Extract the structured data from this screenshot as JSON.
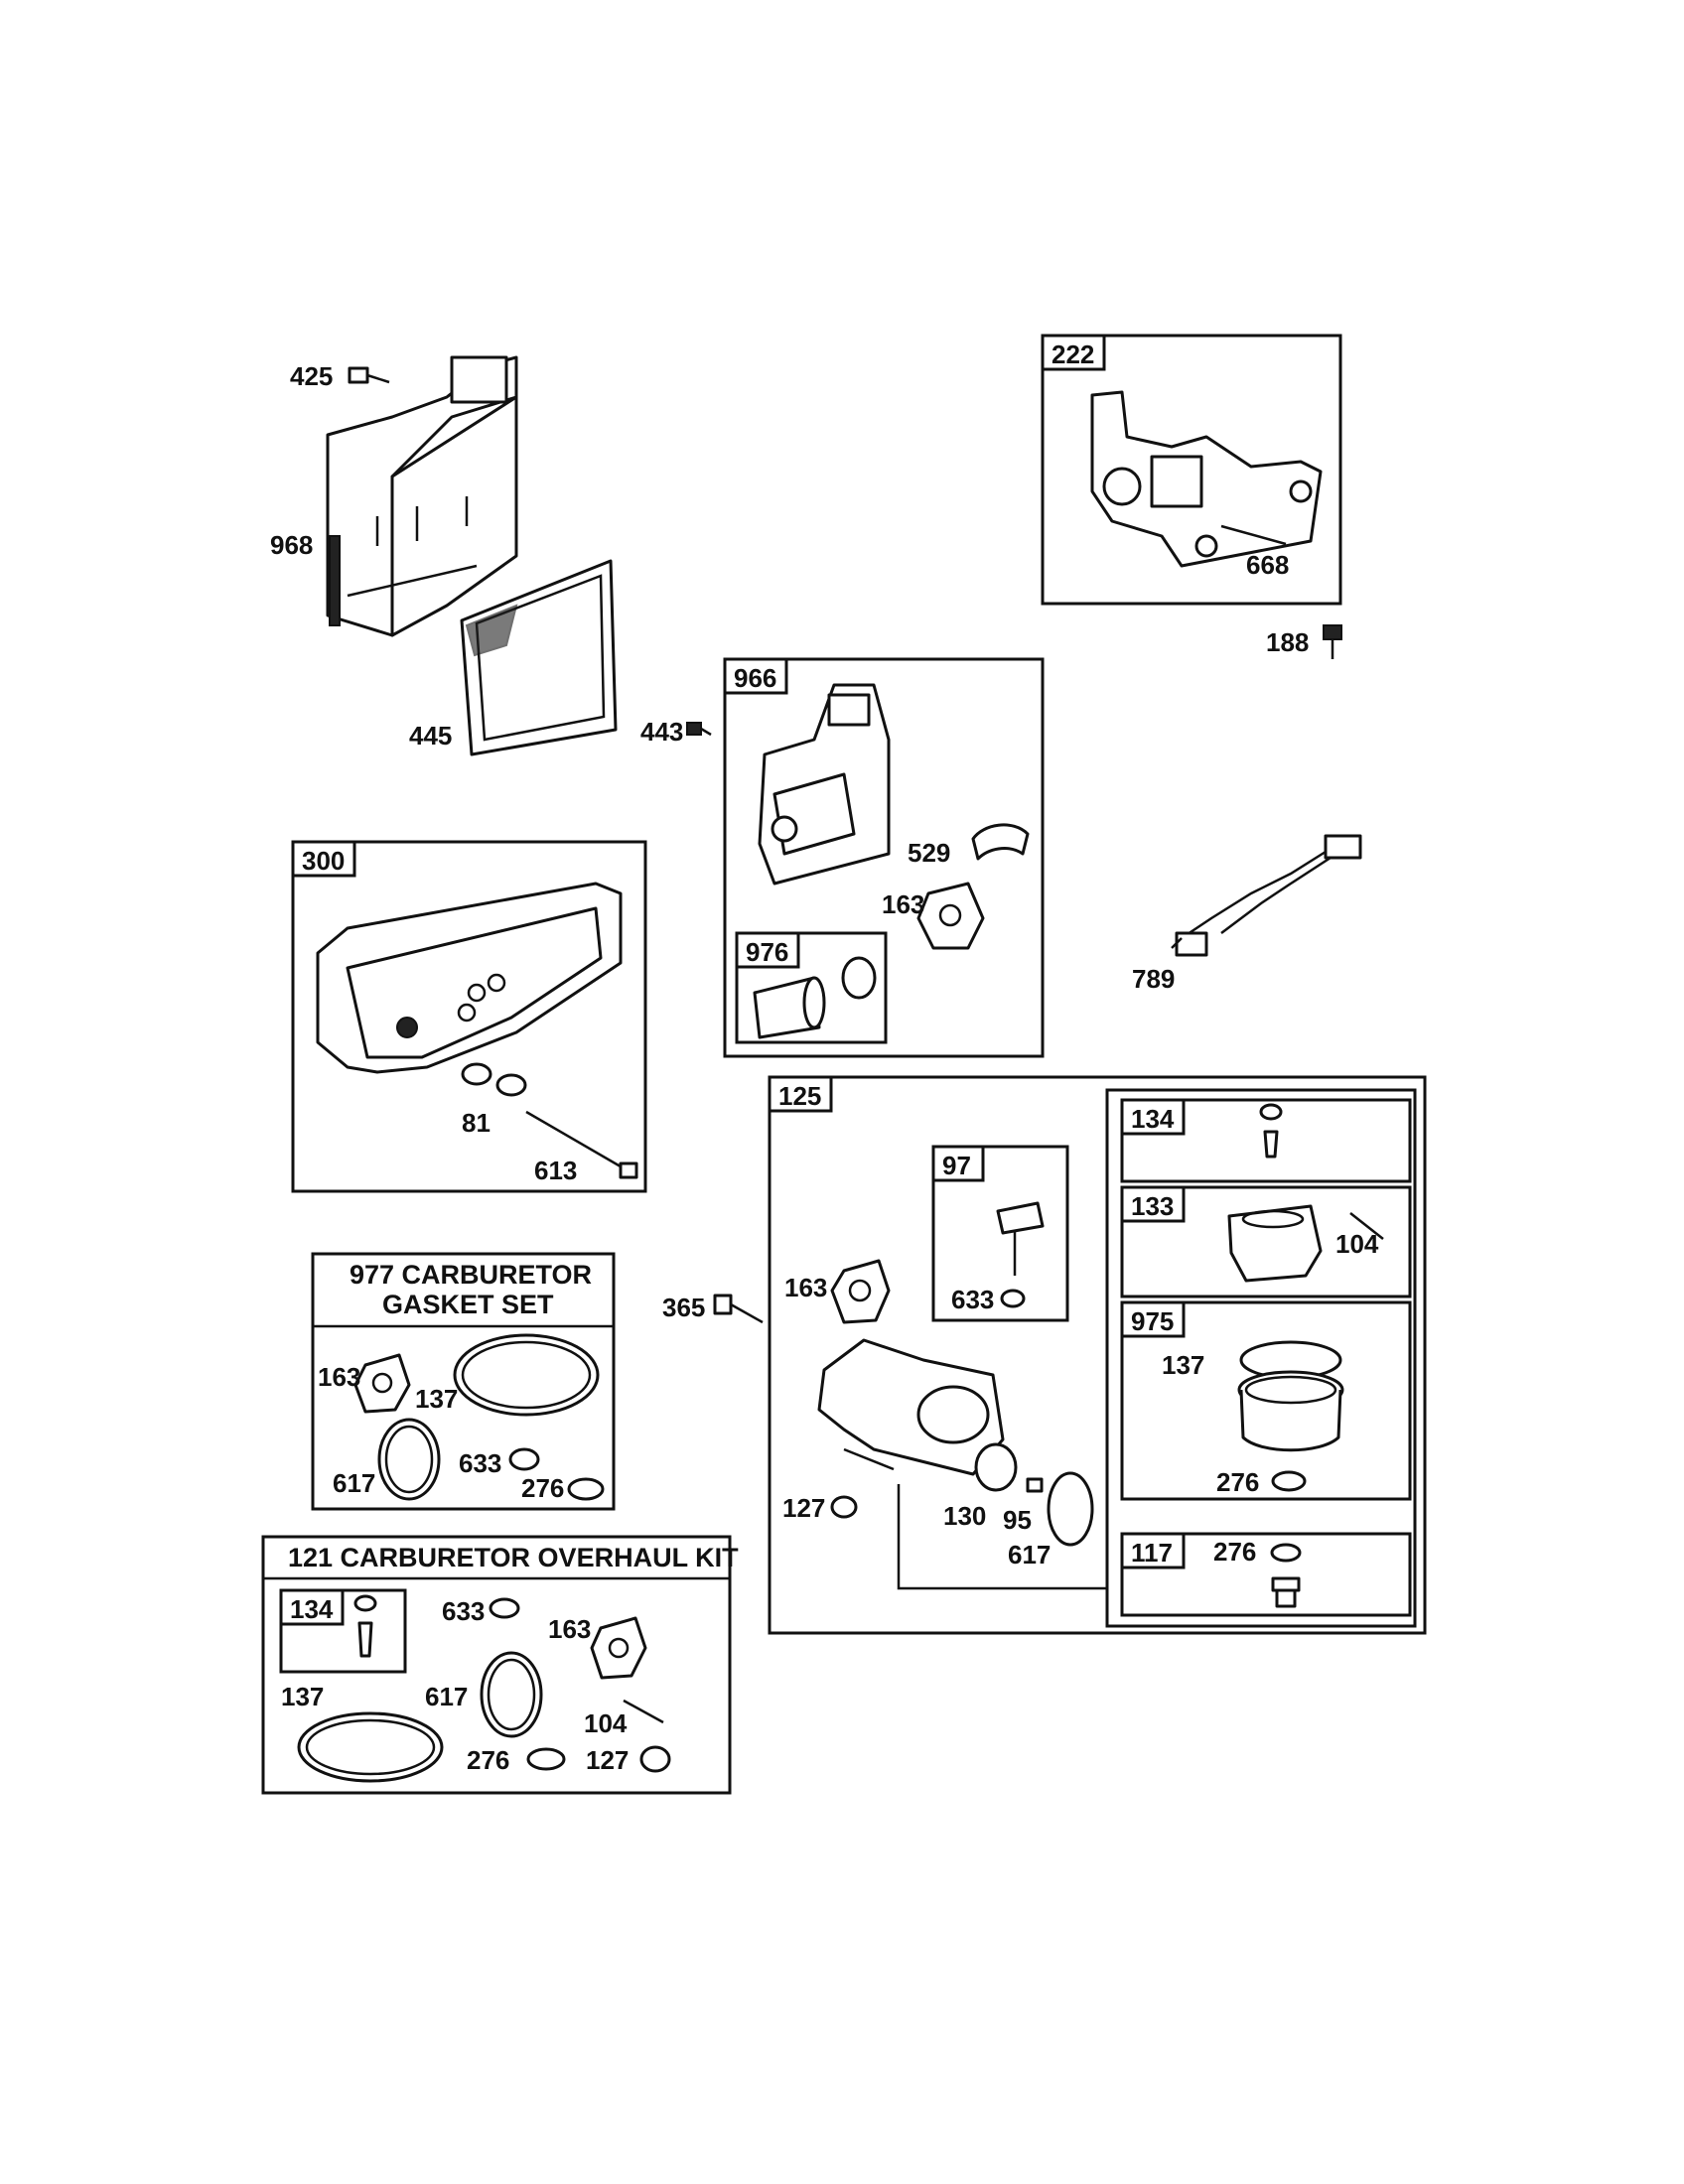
{
  "callouts": {
    "p425": "425",
    "p968": "968",
    "p445": "445",
    "p443": "443",
    "p222": "222",
    "p668": "668",
    "p188": "188",
    "p966": "966",
    "p529": "529",
    "p163a": "163",
    "p976": "976",
    "p789": "789",
    "p300": "300",
    "p81": "81",
    "p613": "613",
    "p125": "125",
    "p365": "365",
    "p97": "97",
    "p633a": "633",
    "p163b": "163",
    "p127a": "127",
    "p130": "130",
    "p95": "95",
    "p617a": "617",
    "p134a": "134",
    "p133": "133",
    "p104a": "104",
    "p975": "975",
    "p137a": "137",
    "p276a": "276",
    "p117": "117",
    "p276b": "276"
  },
  "gasket_set": {
    "title_line1": "977 CARBURETOR",
    "title_line2": "GASKET SET",
    "p163": "163",
    "p137": "137",
    "p617": "617",
    "p633": "633",
    "p276": "276"
  },
  "overhaul_kit": {
    "title": "121 CARBURETOR OVERHAUL KIT",
    "p134": "134",
    "p633": "633",
    "p163": "163",
    "p137": "137",
    "p617": "617",
    "p104": "104",
    "p276": "276",
    "p127": "127"
  }
}
